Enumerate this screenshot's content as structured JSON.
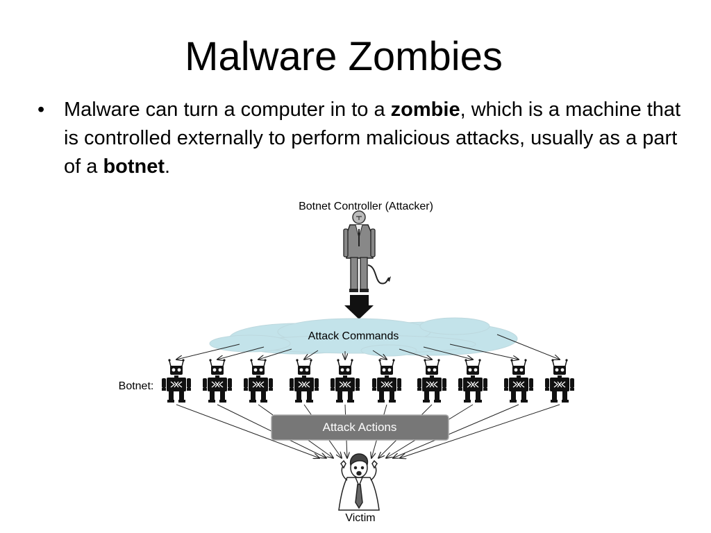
{
  "slide": {
    "title": "Malware Zombies",
    "bullet": {
      "symbol": "•",
      "parts": [
        {
          "text": "Malware can turn a computer in to a ",
          "bold": false
        },
        {
          "text": "zombie",
          "bold": true
        },
        {
          "text": ", which is a machine that is controlled externally to perform malicious attacks, usually as a part of a ",
          "bold": false
        },
        {
          "text": "botnet",
          "bold": true
        },
        {
          "text": ".",
          "bold": false
        }
      ]
    }
  },
  "diagram": {
    "controller_label": "Botnet Controller (Attacker)",
    "commands_label": "Attack Commands",
    "botnet_label": "Botnet:",
    "actions_label": "Attack Actions",
    "victim_label": "Victim",
    "zombie_count": 10,
    "colors": {
      "cloud": "#c3e3ea",
      "actions_bar": "#777777",
      "arrow": "#222222",
      "robot": "#111111"
    },
    "icons": [
      "attacker-figure-icon",
      "robot-zombie-icon",
      "victim-figure-icon",
      "down-arrow-icon"
    ]
  }
}
